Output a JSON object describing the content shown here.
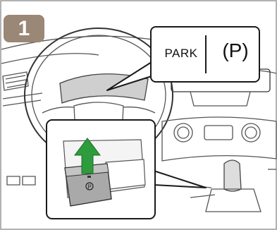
{
  "step": {
    "number": "1"
  },
  "callout": {
    "label": "PARK",
    "symbol": "(P)"
  },
  "inset": {
    "switch_symbol": "P"
  },
  "icons": {
    "arrow": "up-arrow-icon",
    "parking": "parking-brake-icon"
  },
  "colors": {
    "badge": "#9b8776",
    "arrow": "#2e9b3c",
    "outline": "#1a1a1a",
    "line": "#555555"
  }
}
